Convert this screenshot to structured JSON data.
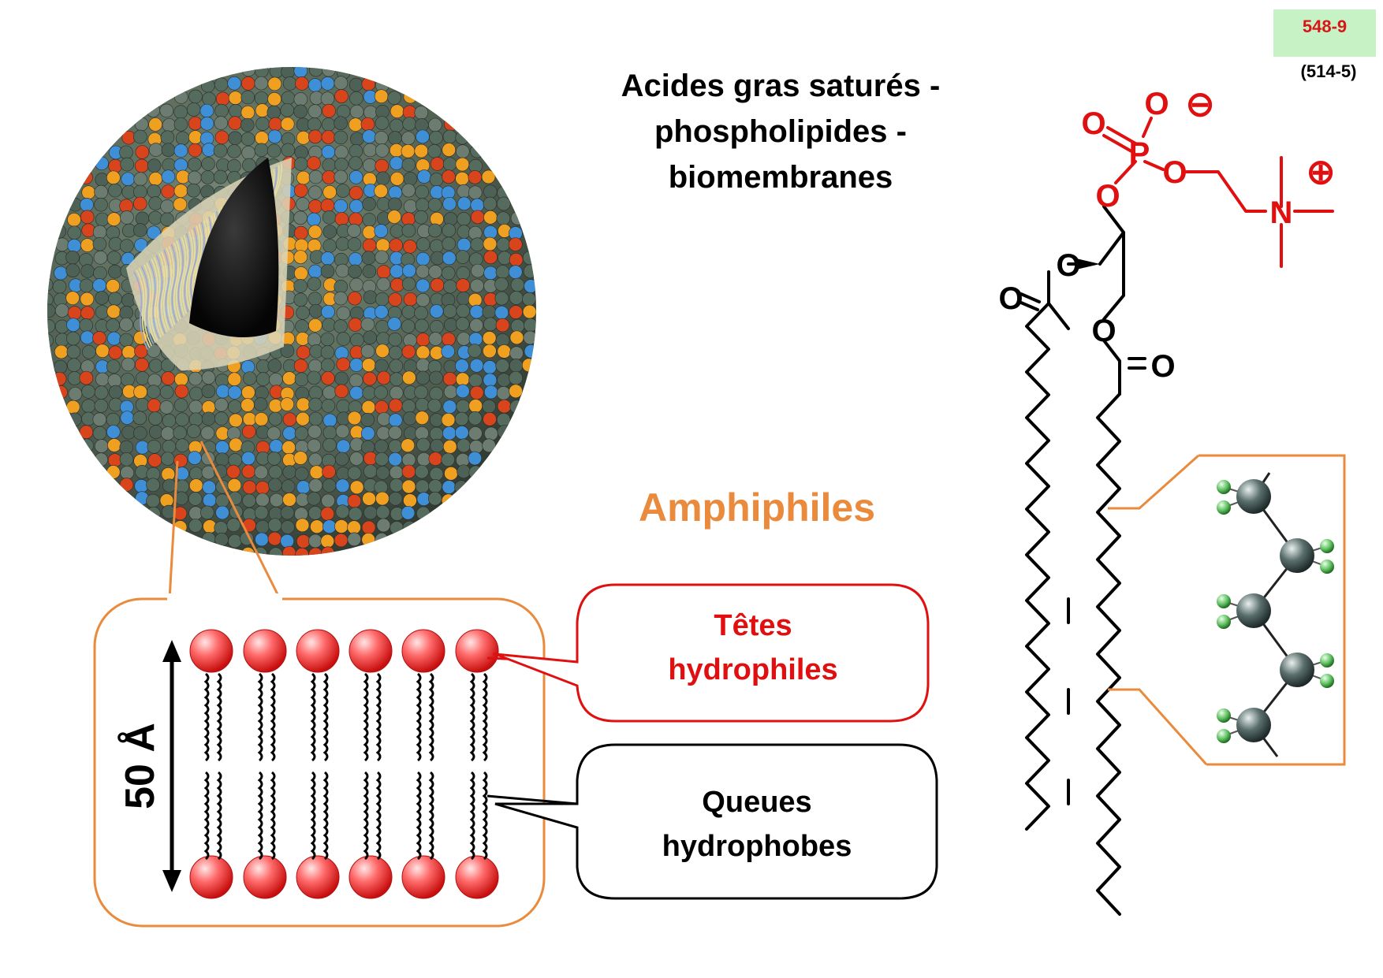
{
  "page_code": "548-9",
  "page_code_alt": "(514-5)",
  "title_lines": [
    "Acides gras saturés -",
    "phospholipides -",
    "biomembranes"
  ],
  "amphiphiles_label": "Amphiphiles",
  "tetes_label": [
    "Têtes",
    "hydrophiles"
  ],
  "queues_label": [
    "Queues",
    "hydrophobes"
  ],
  "thickness_label": "50 Å",
  "chem_atoms": {
    "O": "O",
    "P": "P",
    "N": "N",
    "minus": "⊖",
    "plus": "⊕"
  },
  "colors": {
    "accent_orange": "#e98a3c",
    "head_red": "#e01010",
    "page_code_bg": "#c6f2c6"
  }
}
